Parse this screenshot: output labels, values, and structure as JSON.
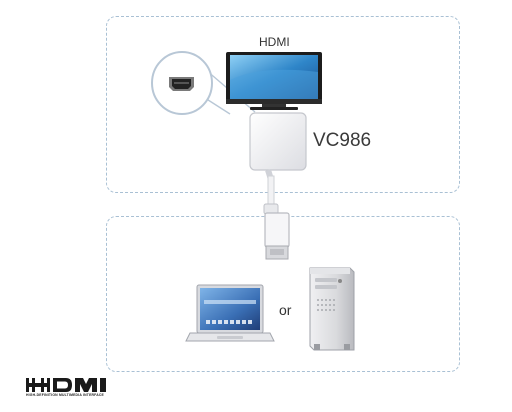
{
  "labels": {
    "hdmi": "HDMI",
    "model": "VC986",
    "or": "or"
  },
  "logo": {
    "text": "HDMI",
    "subtitle": "HIGH-DEFINITION MULTIMEDIA INTERFACE"
  },
  "icons": [
    "hdmi-port-icon",
    "monitor-icon",
    "adapter-icon",
    "displayport-connector-icon",
    "laptop-icon",
    "desktop-tower-icon",
    "hdmi-logo"
  ],
  "colors": {
    "dashed_border": "#a9c0d4",
    "screen_blue": "#2f86c9",
    "adapter_white": "#f4f4f6"
  }
}
